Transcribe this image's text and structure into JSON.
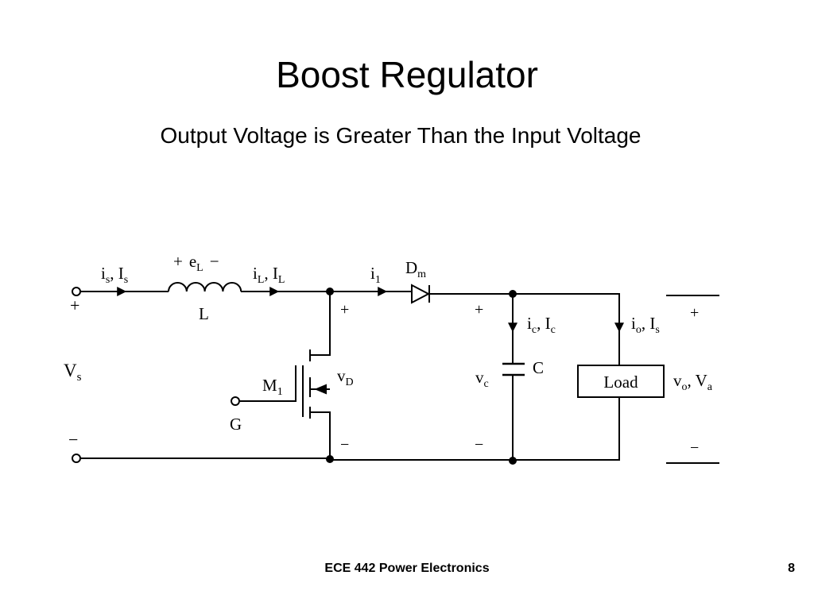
{
  "slide": {
    "title": "Boost Regulator",
    "subtitle": "Output Voltage is Greater Than the Input Voltage"
  },
  "circuit": {
    "source_current": {
      "main": "i",
      "sub1": "s",
      "comma": ", I",
      "sub2": "s"
    },
    "inductor_voltage": {
      "plus": "+",
      "main": "e",
      "sub": "L",
      "minus": "−"
    },
    "inductor_label": "L",
    "inductor_current": {
      "main": "i",
      "sub1": "L",
      "comma": ", I",
      "sub2": "L"
    },
    "diode_current": {
      "main": "i",
      "sub": "1"
    },
    "diode_label": {
      "main": "D",
      "sub": "m"
    },
    "input_plus": "+",
    "input_minus": "−",
    "source_voltage": {
      "main": "V",
      "sub": "s"
    },
    "switch_label": {
      "main": "M",
      "sub": "1"
    },
    "gate_label": "G",
    "switch_plus": "+",
    "switch_minus": "−",
    "switch_voltage": {
      "main": "v",
      "sub": "D"
    },
    "cap_plus": "+",
    "cap_minus": "−",
    "cap_current": {
      "main": "i",
      "sub1": "c",
      "comma": ", I",
      "sub2": "c"
    },
    "cap_voltage": {
      "main": "v",
      "sub": "c"
    },
    "cap_label": "C",
    "load_current": {
      "main": "i",
      "sub1": "o",
      "comma": ", I",
      "sub2": "s"
    },
    "load_label": "Load",
    "output_plus": "+",
    "output_minus": "−",
    "output_voltage": {
      "main": "v",
      "sub1": "o",
      "comma": ", V",
      "sub2": "a"
    }
  },
  "footer": {
    "course": "ECE 442 Power Electronics",
    "page": "8"
  }
}
